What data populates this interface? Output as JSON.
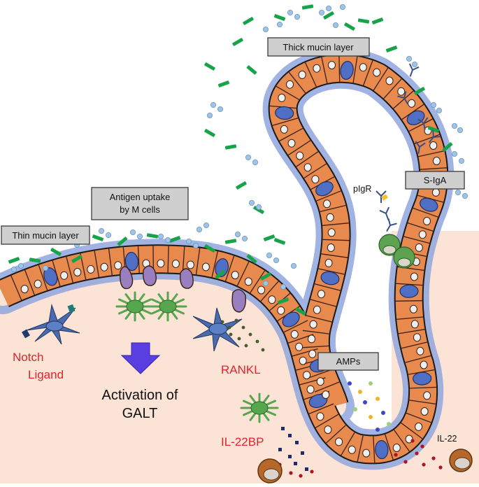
{
  "labels": {
    "thick_mucin": "Thick mucin layer",
    "thin_mucin": "Thin mucin layer",
    "antigen_uptake_line1": "Antigen uptake",
    "antigen_uptake_line2": "by M cells",
    "sIgA": "S-IgA",
    "pIgR": "pIgR",
    "amps": "AMPs",
    "notch_line1": "Notch",
    "notch_line2": "Ligand",
    "rankl": "RANKL",
    "activation_line1": "Activation of",
    "activation_line2": "GALT",
    "il22bp": "IL-22BP",
    "il22": "IL-22"
  },
  "colors": {
    "tissue": "#fbe3d6",
    "mucus": "#8fa6dd",
    "epithelial_cell": "#e88a4e",
    "cell_outline": "#3b2010",
    "goblet_cell": "#4f6fc4",
    "m_cell": "#9a7fc0",
    "dendritic_cell": "#55a64d",
    "bacteria": "#17a34a",
    "antigen": "#9fc4e6",
    "notch_cell": "#4a6bb0",
    "activation_arrow": "#5a3fe0",
    "red_label": "#e3242b",
    "il22bp_dots": "#1e2a6b",
    "il22_dots": "#b0141f",
    "amp_dots": [
      "#3a48c8",
      "#f0b42a",
      "#9ad17a"
    ]
  },
  "icons": [
    "activation-arrow-icon",
    "dendritic-cell-icon",
    "notch-ligand-cell-icon",
    "rankl-cell-icon",
    "igA-antibody-icon",
    "plasma-cell-icon"
  ]
}
